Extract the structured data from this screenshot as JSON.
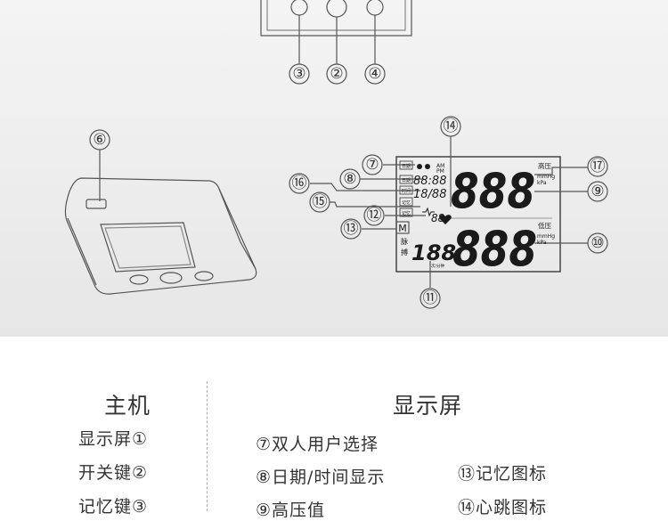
{
  "diagram": {
    "callouts": [
      "③",
      "②",
      "④",
      "⑥",
      "⑦",
      "⑧",
      "⑨",
      "⑩",
      "⑪",
      "⑫",
      "⑬",
      "⑭",
      "⑮",
      "⑯",
      "⑰"
    ],
    "lcd": {
      "am": "AM",
      "pm": "PM",
      "time_digits": "88:88",
      "date_digits": "18/88",
      "systolic_digits": "888",
      "diastolic_digits": "888",
      "pulse_digits": "188",
      "memory_digits": "88",
      "memory_mark": "M",
      "pulse_label_1": "脉",
      "pulse_label_2": "搏",
      "pulse_unit": "次/分钟",
      "systolic_label": "高压",
      "diastolic_label": "低压",
      "unit_mmhg": "mmHg",
      "unit_kpa": "kPa",
      "small_box_1": "日期",
      "small_box_2": "时间",
      "small_box_3": "记忆"
    }
  },
  "legend": {
    "left_title": "主机",
    "right_title": "显示屏",
    "left_items": [
      "显示屏①",
      "开关键②",
      "记忆键③"
    ],
    "right_items_col1": [
      "⑦双人用户选择",
      "⑧日期/时间显示",
      "⑨高压值"
    ],
    "right_items_col2": [
      "⑬记忆图标",
      "⑭心跳图标"
    ]
  }
}
